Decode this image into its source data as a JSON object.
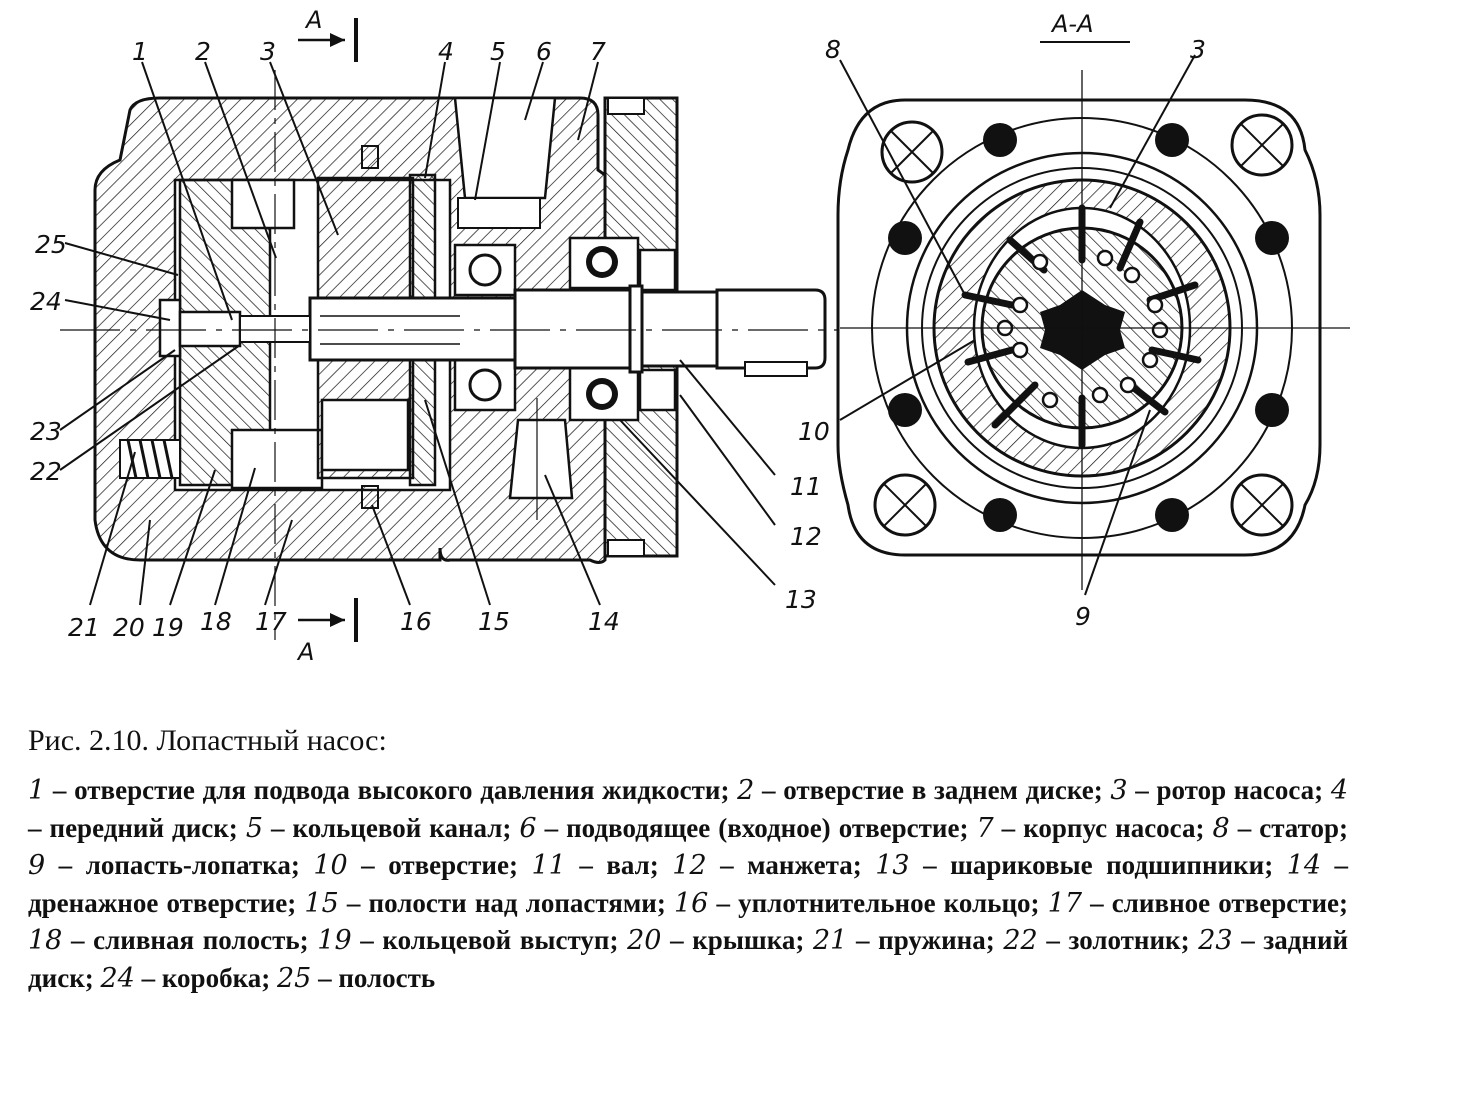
{
  "figure": {
    "section_label": "A-A",
    "cut_label_top": "A",
    "cut_label_bottom": "A",
    "callouts": [
      "1",
      "2",
      "3",
      "4",
      "5",
      "6",
      "7",
      "8",
      "9",
      "10",
      "11",
      "12",
      "13",
      "14",
      "15",
      "16",
      "17",
      "18",
      "19",
      "20",
      "21",
      "22",
      "23",
      "24",
      "25"
    ],
    "section_callouts": [
      "8",
      "3",
      "10",
      "9"
    ]
  },
  "caption": {
    "title": "Рис. 2.10. Лопастный насос:",
    "items": [
      {
        "n": "1",
        "text": "отверстие для подвода высокого давления жидкости;"
      },
      {
        "n": "2",
        "text": "отверстие в заднем диске;"
      },
      {
        "n": "3",
        "text": "ротор насоса;"
      },
      {
        "n": "4",
        "text": "передний диск;"
      },
      {
        "n": "5",
        "text": "кольцевой канал;"
      },
      {
        "n": "6",
        "text": "подводящее (входное) отверстие;"
      },
      {
        "n": "7",
        "text": "корпус насоса;"
      },
      {
        "n": "8",
        "text": "статор;"
      },
      {
        "n": "9",
        "text": "лопасть-лопатка;"
      },
      {
        "n": "10",
        "text": "отверстие;"
      },
      {
        "n": "11",
        "text": "вал;"
      },
      {
        "n": "12",
        "text": "манжета;"
      },
      {
        "n": "13",
        "text": "шариковые подшипники;"
      },
      {
        "n": "14",
        "text": "дренажное отверстие;"
      },
      {
        "n": "15",
        "text": "полости над лопастями;"
      },
      {
        "n": "16",
        "text": "уплотнительное кольцо;"
      },
      {
        "n": "17",
        "text": "сливное отверстие;"
      },
      {
        "n": "18",
        "text": "сливная полость;"
      },
      {
        "n": "19",
        "text": "кольцевой выступ;"
      },
      {
        "n": "20",
        "text": "крышка;"
      },
      {
        "n": "21",
        "text": "пружина;"
      },
      {
        "n": "22",
        "text": "золотник;"
      },
      {
        "n": "23",
        "text": "задний диск;"
      },
      {
        "n": "24",
        "text": "коробка;"
      },
      {
        "n": "25",
        "text": "полость"
      }
    ]
  }
}
